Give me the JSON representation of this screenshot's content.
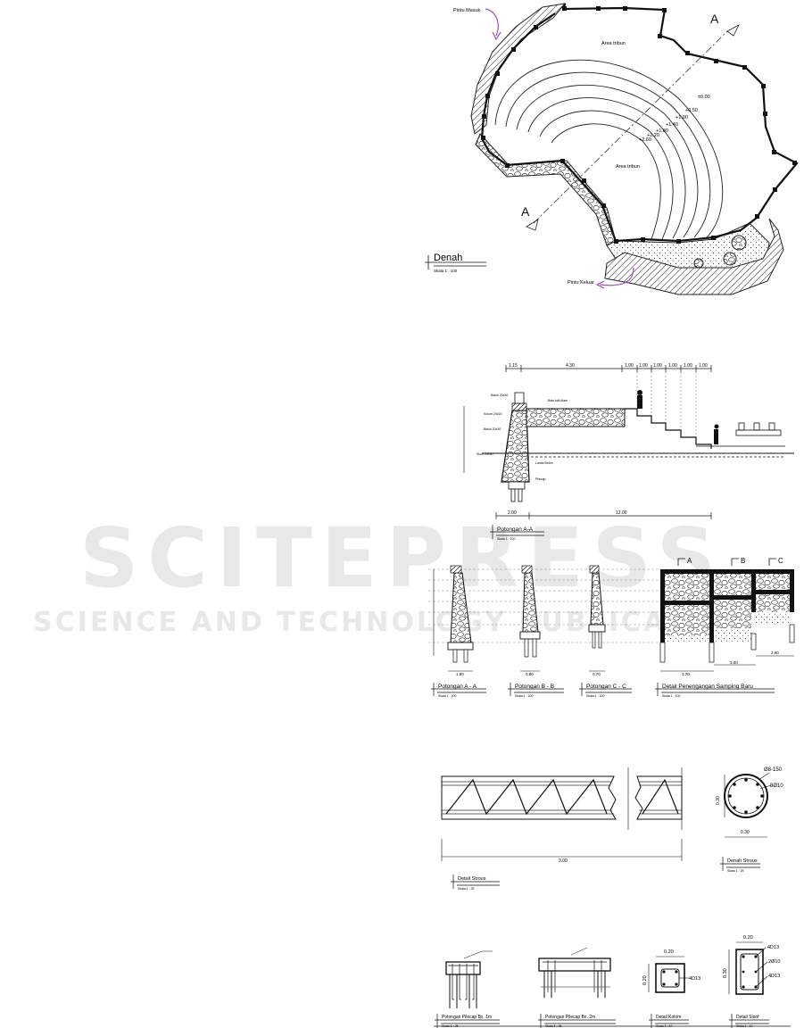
{
  "watermark": {
    "title": "SCITEPRESS",
    "subtitle": "SCIENCE AND TECHNOLOGY PUBLICATIONS"
  },
  "plan": {
    "title": "Denah",
    "scale": "Skala 1 : 100",
    "entrance": "Pintu Masuk",
    "exit": "Pintu Keluar",
    "tribune_top": "Area tribun",
    "tribune_bottom": "Area tribun",
    "section_mark": "A",
    "levels": [
      "±0.00",
      "+0.50",
      "+1.00",
      "+1.40",
      "+1.80",
      "+2.20",
      "+2.60"
    ]
  },
  "section_aa": {
    "title": "Potongan A-A",
    "scale": "Skala 1 : 100",
    "top_dims": [
      "1.15",
      "4.30",
      "1.00",
      "1.00",
      "1.00",
      "1.00",
      "1.00",
      "1.00"
    ],
    "bottom_dims": [
      "2.00",
      "12.00"
    ],
    "notes": [
      "Balok 20x30",
      "Kolom 20x20",
      "Balok 20x30",
      "Sloof 20x30",
      "Batu kali Alam",
      "Lantai Beton",
      "Pilecap"
    ]
  },
  "sections_small": [
    {
      "title": "Potongan A - A",
      "scale": "Skala 1 : 100",
      "dim": "1.80"
    },
    {
      "title": "Potongan B - B",
      "scale": "Skala 1 : 100",
      "dim": "0.80"
    },
    {
      "title": "Potongan C - C",
      "scale": "Skala 1 : 100",
      "dim": "0.70"
    }
  ],
  "detail_side": {
    "title": "Detail Penengangan Samping Baru",
    "scale": "Skala 1 : 100",
    "marks": [
      "A",
      "B",
      "C"
    ],
    "dims": [
      "3.70",
      "3.00",
      "2.80"
    ]
  },
  "strous": {
    "title": "Detail Strous",
    "scale": "Skala 1 : 25",
    "length": "3.00"
  },
  "denah_strous": {
    "title": "Denah Strous",
    "scale": "Skala 1 : 25",
    "spiral": "Ø8-150",
    "bars": "8Ø10",
    "dim_h": "0.30",
    "dim_v": "0.30"
  },
  "pilecap1": {
    "title": "Potongan Pilecap Bx. 1m",
    "scale": "Skala 1 : 25"
  },
  "pilecap2": {
    "title": "Potongan Pilecap Bx. 2m",
    "scale": "Skala 1 : 25"
  },
  "kolom": {
    "title": "Detail Kolom",
    "scale": "Skala 1 : 10",
    "width": "0.20",
    "height": "0.20",
    "bars": "4D13"
  },
  "sloof": {
    "title": "Detail Sloof",
    "scale": "Skala 1 : 10",
    "width": "0.20",
    "height": "0.30",
    "top_bars": "4D13",
    "mid_bars": "2Ø10",
    "bottom_bars": "4D13"
  }
}
